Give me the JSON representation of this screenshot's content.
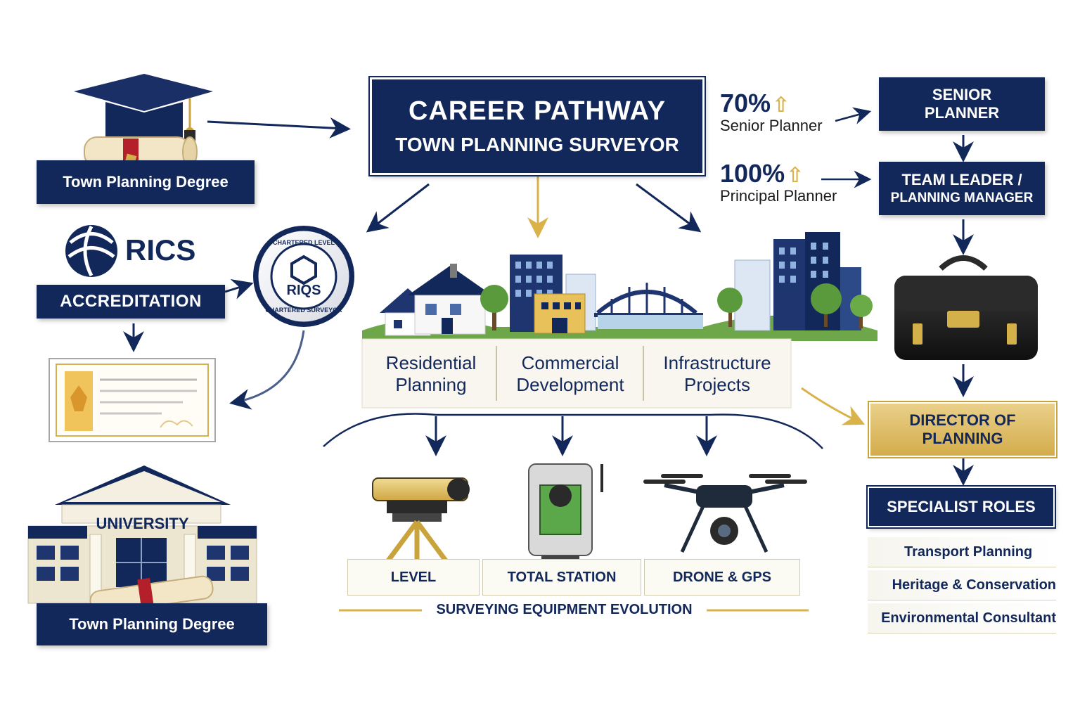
{
  "header": {
    "line1": "CAREER PATHWAY",
    "line2": "TOWN PLANNING SURVEYOR"
  },
  "left": {
    "degree_top_label": "Town Planning Degree",
    "rics_logo_text": "RICS",
    "accreditation_label": "ACCREDITATION",
    "seal": {
      "center": "RIQS",
      "ring_top": "CHARTERED LEVEL",
      "ring_bottom": "CHARTERED SURVEYOR"
    },
    "university_sign": "UNIVERSITY",
    "degree_bottom_label": "Town Planning Degree"
  },
  "stats": [
    {
      "value": "70%",
      "label": "Senior Planner"
    },
    {
      "value": "100%",
      "label": "Principal Planner"
    }
  ],
  "career_ladder": {
    "senior_planner": [
      "SENIOR",
      "PLANNER"
    ],
    "team_leader": [
      "TEAM LEADER /",
      "PLANNING MANAGER"
    ],
    "director": [
      "DIRECTOR OF",
      "PLANNING"
    ],
    "specialist_roles": "SPECIALIST ROLES"
  },
  "specialist_items": [
    {
      "label": "Transport Planning",
      "icon": "bus-icon"
    },
    {
      "label": "Heritage & Conservation",
      "icon": "heritage-building-icon"
    },
    {
      "label": "Environmental Consultant",
      "icon": "environment-icon"
    }
  ],
  "sectors": [
    {
      "line1": "Residential",
      "line2": "Planning"
    },
    {
      "line1": "Commercial",
      "line2": "Development"
    },
    {
      "line1": "Infrastructure",
      "line2": "Projects"
    }
  ],
  "equipment": [
    {
      "label": "LEVEL",
      "icon": "level-instrument-icon"
    },
    {
      "label": "TOTAL STATION",
      "icon": "total-station-icon"
    },
    {
      "label": "DRONE & GPS",
      "icon": "drone-icon"
    }
  ],
  "equipment_caption": "SURVEYING EQUIPMENT EVOLUTION",
  "colors": {
    "navy": "#13285a",
    "gold": "#d9b24a",
    "cream": "#fbfaf3"
  }
}
